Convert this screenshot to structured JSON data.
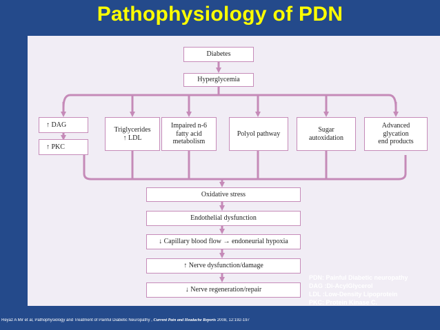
{
  "slide": {
    "title": "Pathophysiology of PDN",
    "background": "#244a8b",
    "title_color": "#ffff00",
    "arrow_color": "#c58ab8"
  },
  "flowchart": {
    "nodes": {
      "diabetes": "Diabetes",
      "hyperglycemia": "Hyperglycemia",
      "dag": "↑ DAG",
      "pkc": "↑ PKC",
      "triglycerides": "Triglycerides\n↑ LDL",
      "impaired_n6": "Impaired n-6\nfatty acid\nmetabolism",
      "polyol": "Polyol pathway",
      "sugar_autoxidation": "Sugar\nautoxidation",
      "advanced_glycation": "Advanced\nglycation\nend products",
      "oxidative_stress": "Oxidative stress",
      "endothelial_dysfunction": "Endothelial dysfunction",
      "capillary_blood_flow": "↓ Capillary blood flow → endoneurial hypoxia",
      "nerve_dysfunction": "↑ Nerve dysfunction/damage",
      "nerve_regeneration": "↓ Nerve regeneration/repair"
    }
  },
  "legend": {
    "pdn": "PDN: Painful  Diabetic neuropathy",
    "dag": "DAG :Di-AcylGlycerol",
    "ldl": "LDL :Low-Density Lipoprotein",
    "pkc": "PKC: Protein Kinase C."
  },
  "citation": {
    "authors": "Reyaz A Mir et al, Pathophysiology  and Treatment of Painful Diabetic Neuropathy ,",
    "journal": "Current Pain and Headache Reports",
    "details": " 2008, 12:192-197"
  }
}
